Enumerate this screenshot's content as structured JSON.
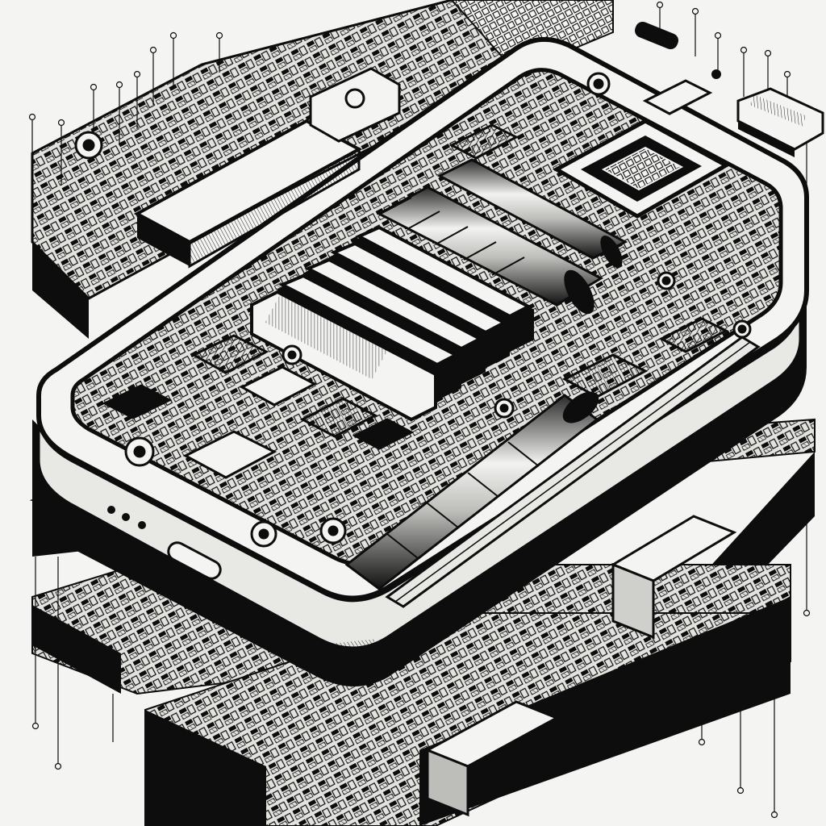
{
  "image": {
    "kind": "isometric-line-illustration",
    "subject": "exploded-phone-internals",
    "style": "black-and-white ink drawing",
    "colors": {
      "ink": "#0d0d0d",
      "paper": "#f4f4f2",
      "mid": "#6b6b6b",
      "light": "#d9d9d6"
    },
    "visible_text": []
  }
}
